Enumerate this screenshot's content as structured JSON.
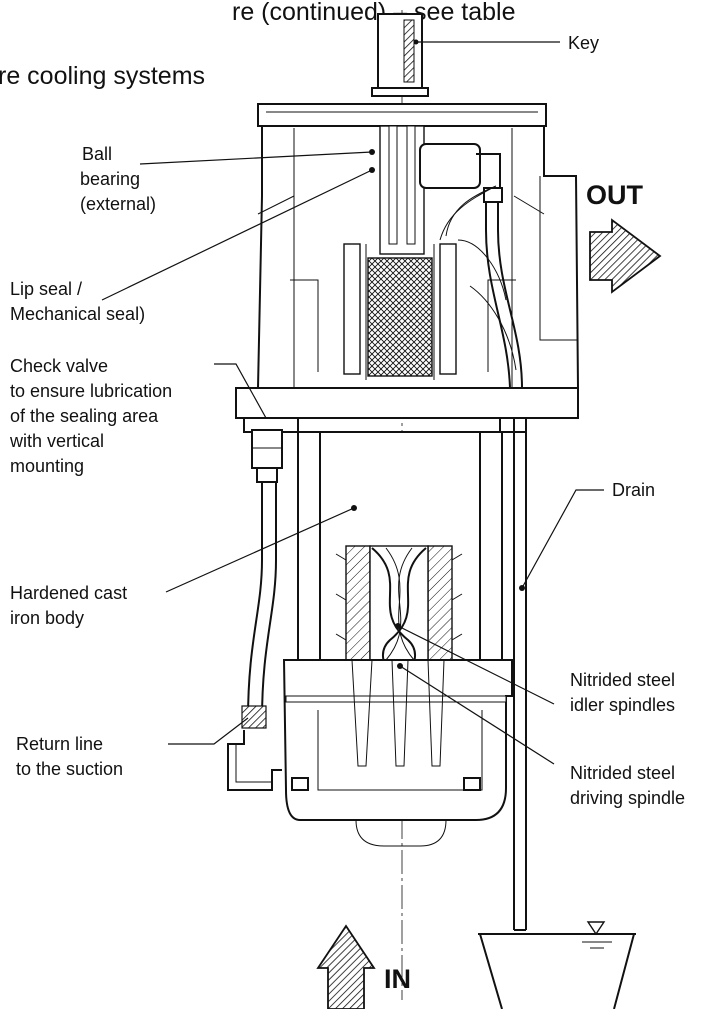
{
  "header": {
    "line1": "re (continued) – see table",
    "line2": "re cooling systems"
  },
  "labels": {
    "key": "Key",
    "ball_bearing": [
      "Ball",
      "bearing",
      "(external)"
    ],
    "lip_seal": [
      "Lip seal /",
      "Mechanical seal)"
    ],
    "check_valve": [
      "Check valve",
      "to ensure lubrication",
      "of the sealing area",
      "with vertical",
      "mounting"
    ],
    "hardened_body": [
      "Hardened cast",
      "iron body"
    ],
    "return_line": [
      "Return line",
      "to the suction"
    ],
    "drain": "Drain",
    "idler_spindles": [
      "Nitrided steel",
      "idler spindles"
    ],
    "driving_spindle": [
      "Nitrided steel",
      "driving spindle"
    ],
    "out": "OUT",
    "in": "IN"
  },
  "colors": {
    "ink": "#111111",
    "background": "#ffffff",
    "hatch": "#333333"
  }
}
